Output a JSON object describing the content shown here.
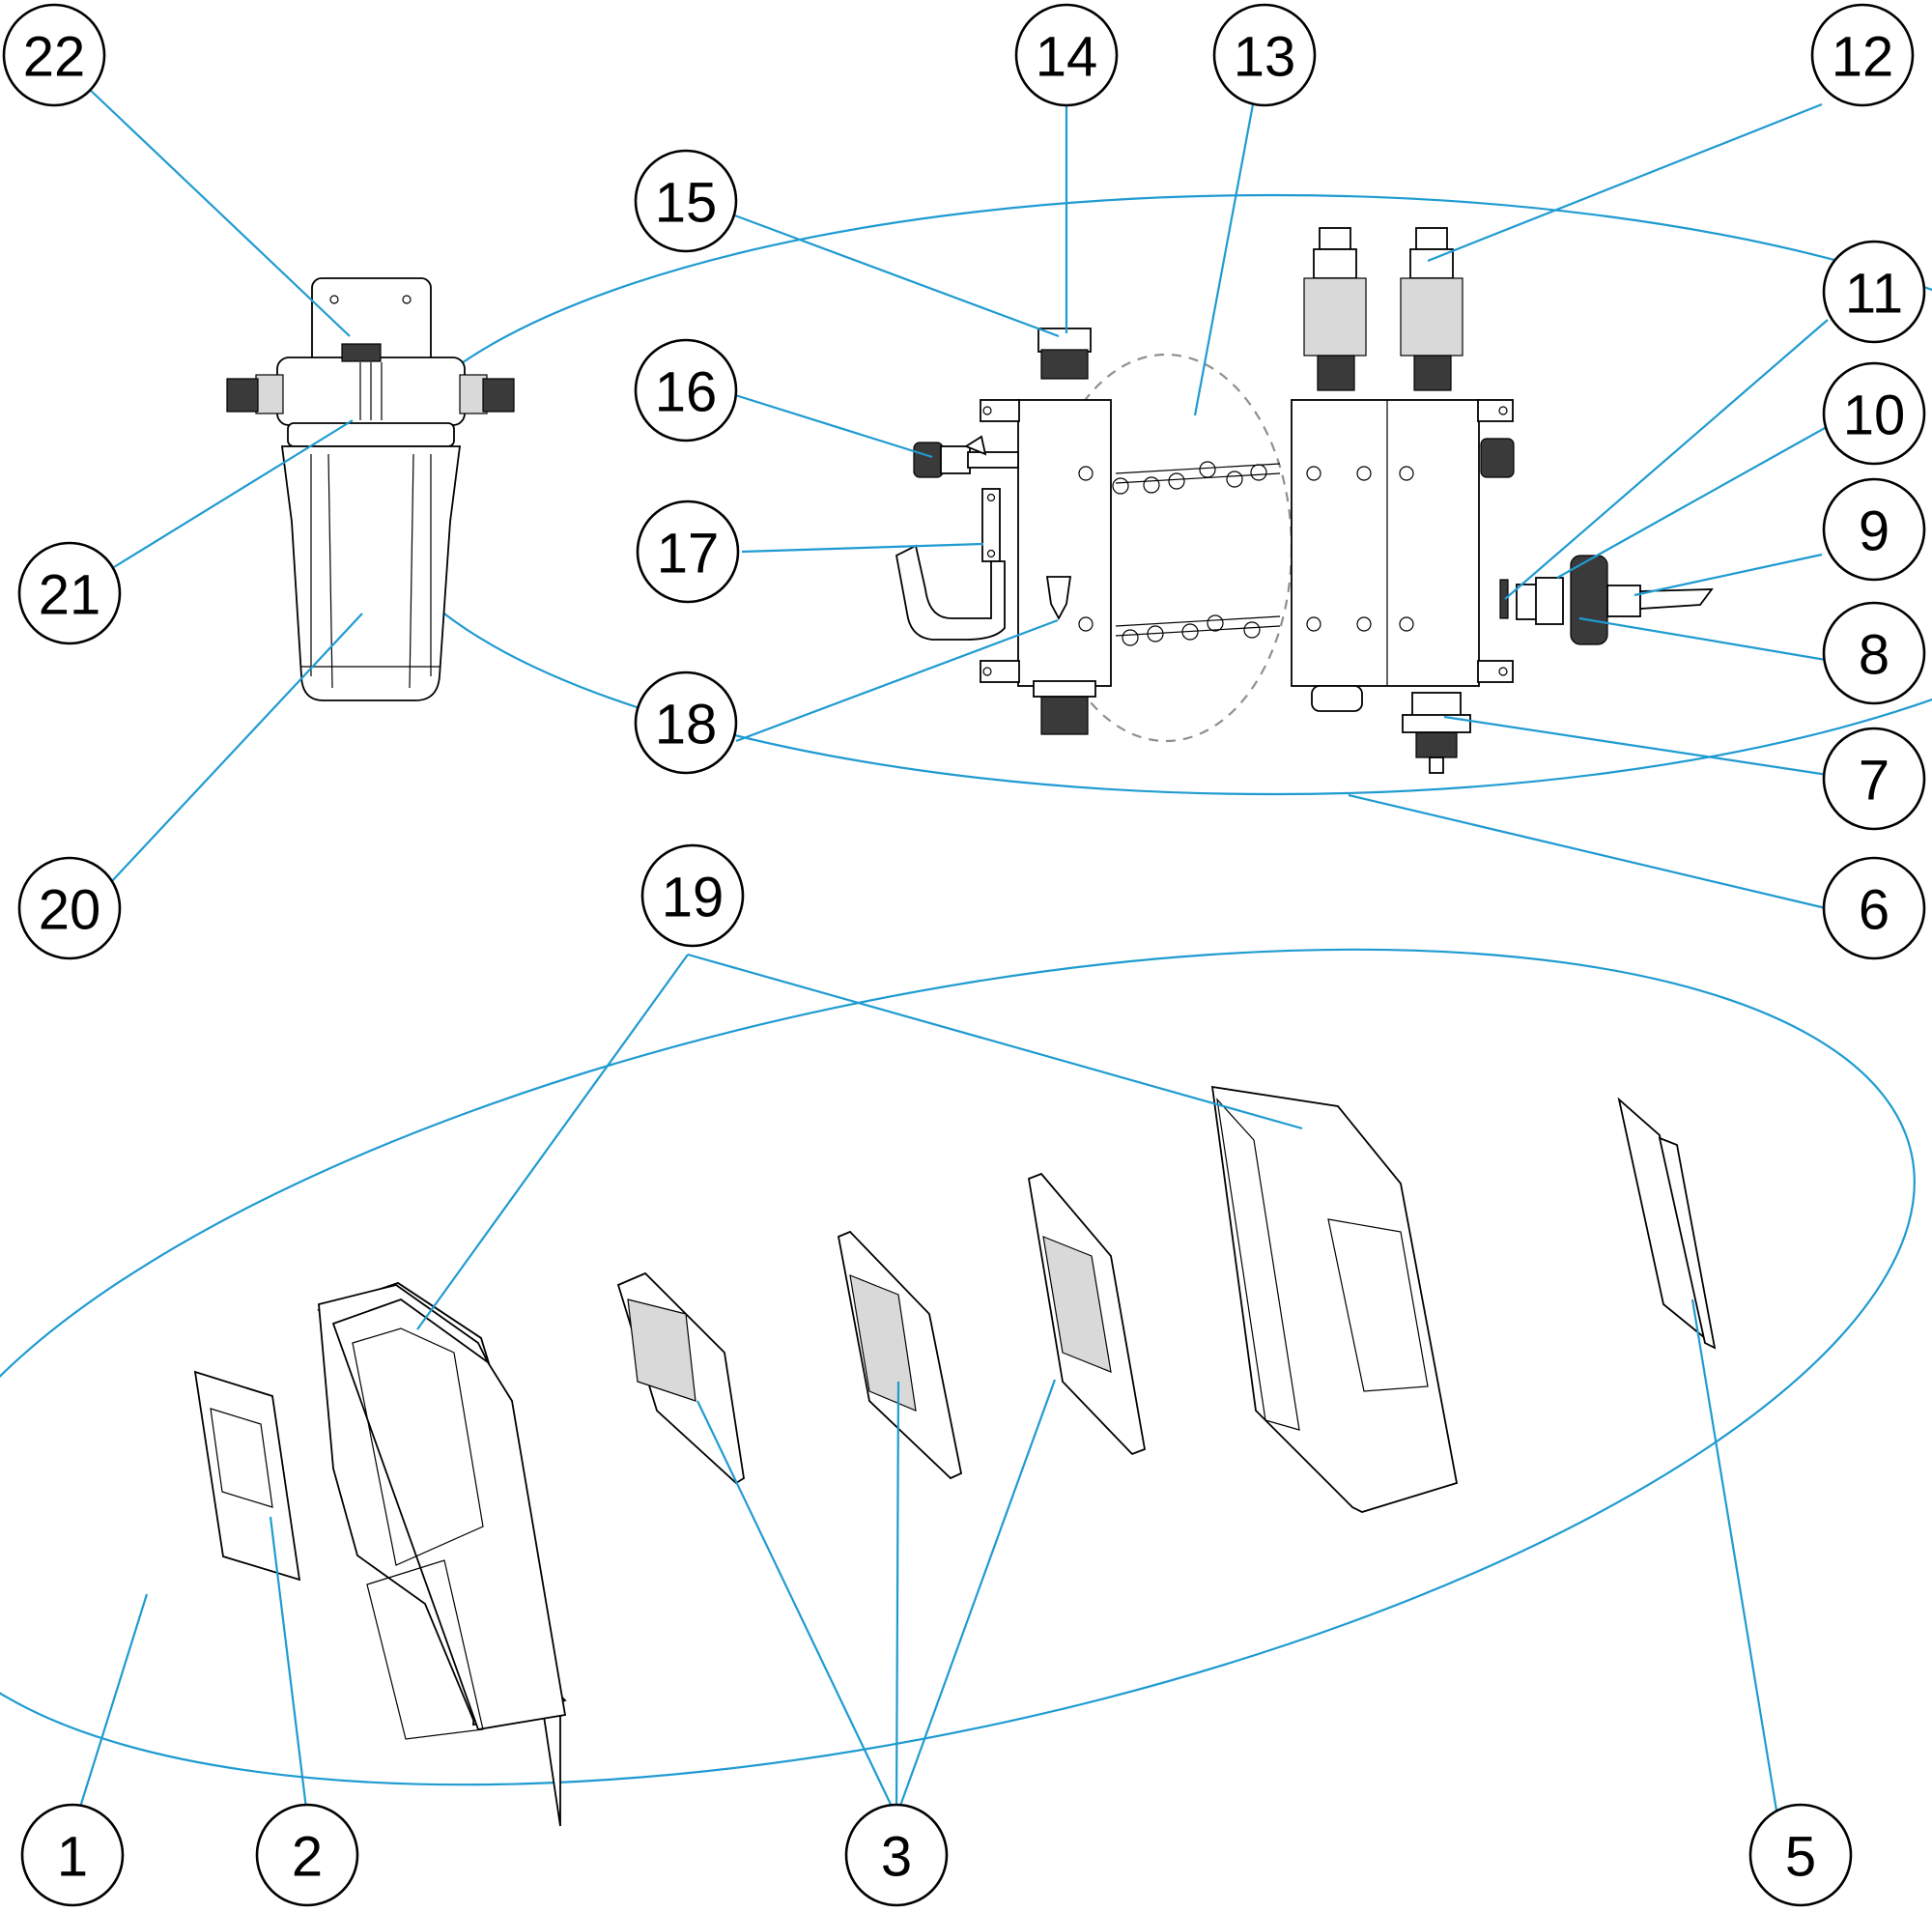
{
  "callouts": [
    {
      "label": "1"
    },
    {
      "label": "2"
    },
    {
      "label": "3"
    },
    {
      "label": "5"
    },
    {
      "label": "6"
    },
    {
      "label": "7"
    },
    {
      "label": "8"
    },
    {
      "label": "9"
    },
    {
      "label": "10"
    },
    {
      "label": "11"
    },
    {
      "label": "12"
    },
    {
      "label": "13"
    },
    {
      "label": "14"
    },
    {
      "label": "15"
    },
    {
      "label": "16"
    },
    {
      "label": "17"
    },
    {
      "label": "18"
    },
    {
      "label": "19"
    },
    {
      "label": "20"
    },
    {
      "label": "21"
    },
    {
      "label": "22"
    }
  ],
  "colors": {
    "leader_lines": "#1f9bd1",
    "outline": "#000000",
    "dashed_group": "#8f8f8f",
    "background": "#ffffff"
  }
}
